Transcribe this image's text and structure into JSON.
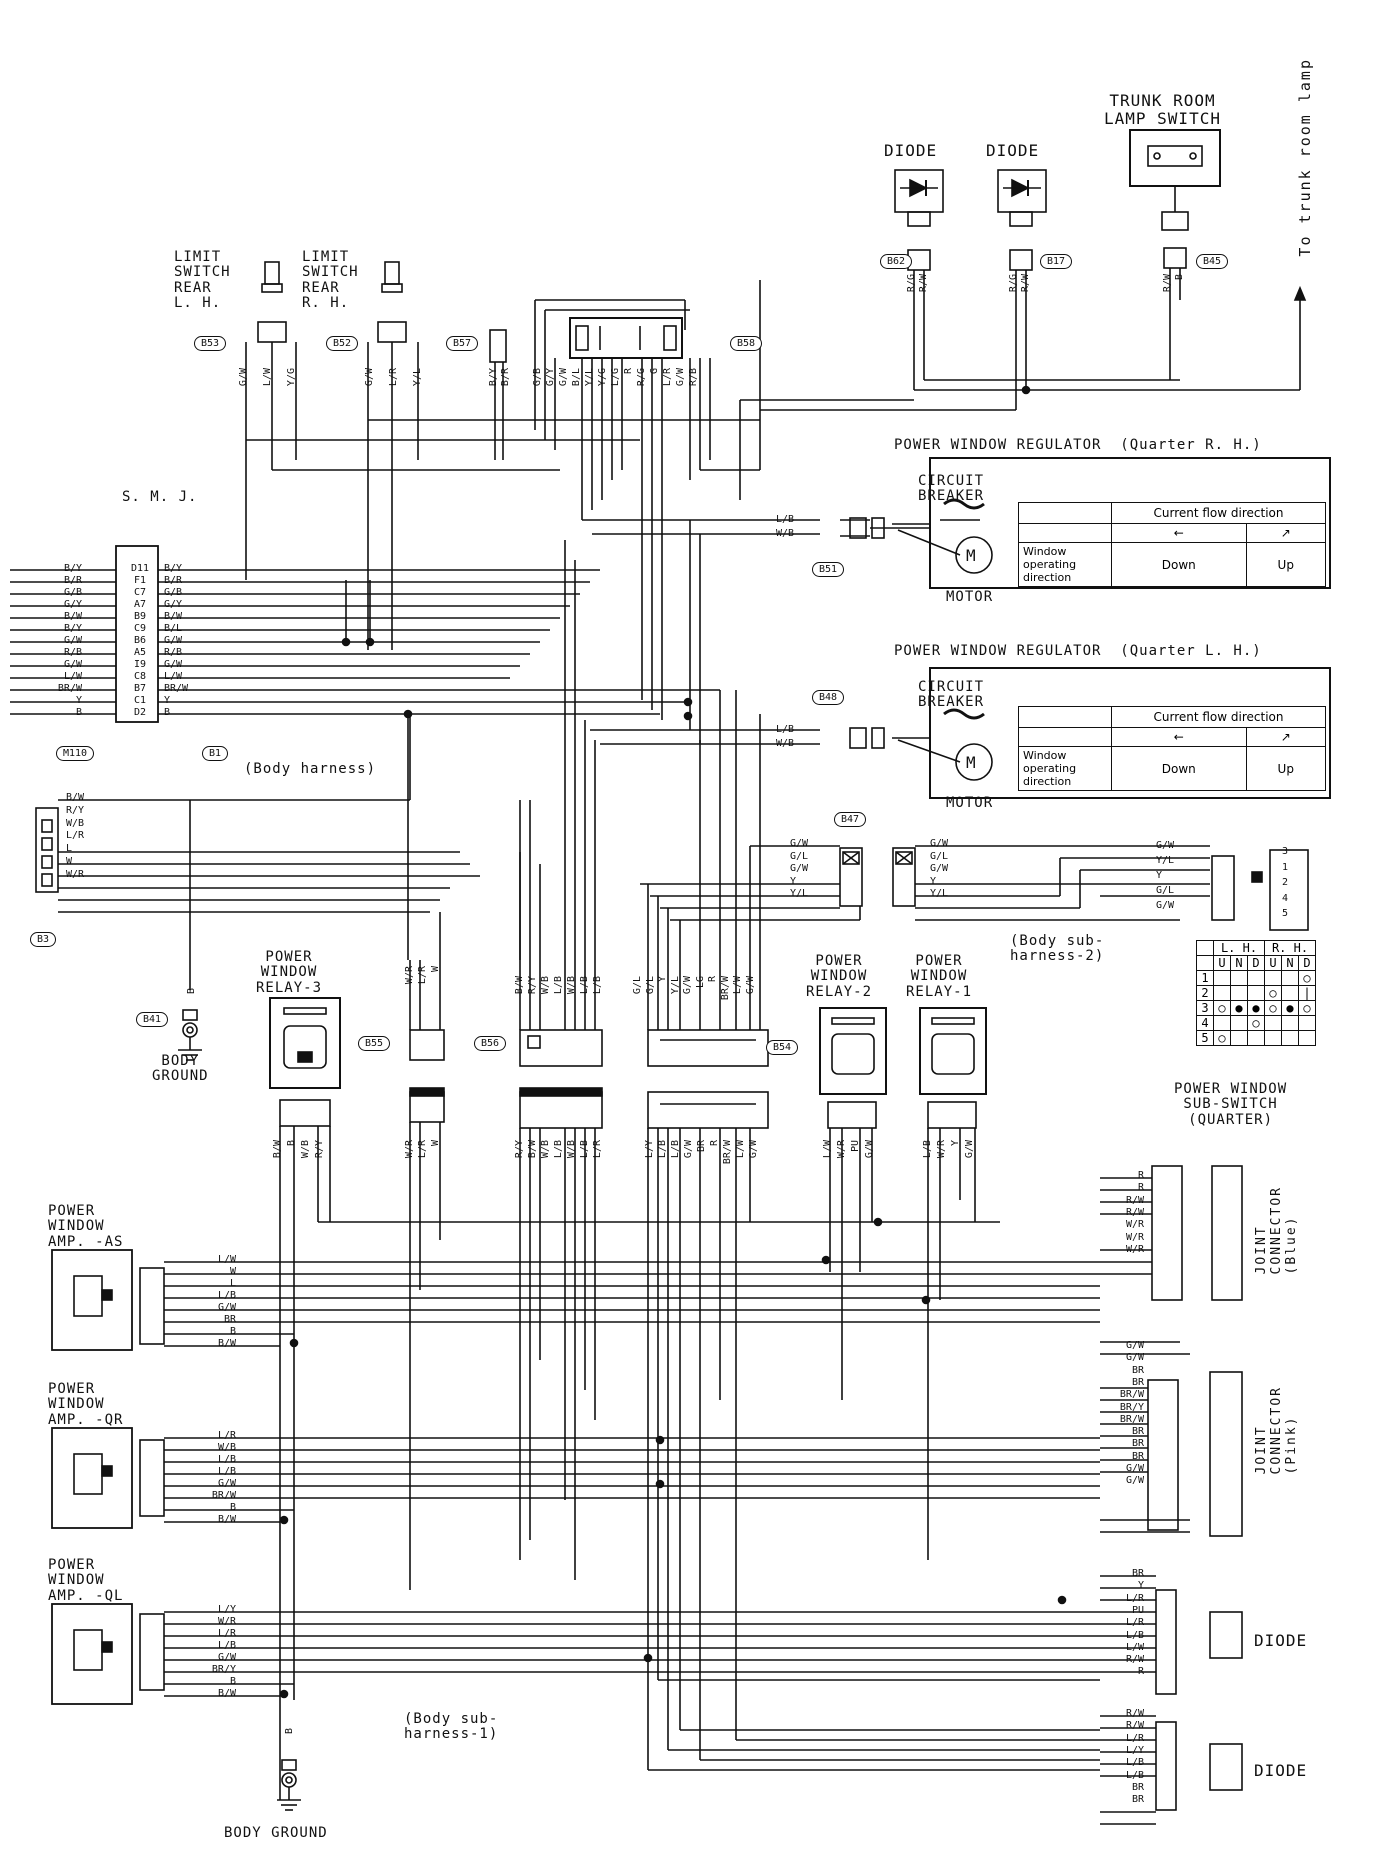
{
  "titles": {
    "trunk_switch": "TRUNK ROOM\nLAMP SWITCH",
    "to_trunk_lamp": "To trunk room lamp",
    "diode_1": "DIODE",
    "diode_2": "DIODE",
    "diode_3": "DIODE",
    "diode_4": "DIODE",
    "limit_lh": "LIMIT\nSWITCH\nREAR\nL. H.",
    "limit_rh": "LIMIT\nSWITCH\nREAR\nR. H.",
    "smj": "S. M. J.",
    "body_harness": "(Body harness)",
    "regulator_rh": "POWER WINDOW REGULATOR  (Quarter R. H.)",
    "regulator_lh": "POWER WINDOW REGULATOR  (Quarter L. H.)",
    "circuit_breaker": "CIRCUIT\nBREAKER",
    "motor": "MOTOR",
    "relay_3": "POWER\nWINDOW\nRELAY-3",
    "relay_2": "POWER\nWINDOW\nRELAY-2",
    "relay_1": "POWER\nWINDOW\nRELAY-1",
    "body_ground_1": "BODY\nGROUND",
    "body_ground_2": "BODY GROUND",
    "body_sub_2": "(Body sub-\nharness-2)",
    "body_sub_1": "(Body sub-\nharness-1)",
    "sub_switch": "POWER WINDOW\nSUB-SWITCH\n(QUARTER)",
    "amp_as": "POWER\nWINDOW\nAMP. -AS",
    "amp_qr": "POWER\nWINDOW\nAMP. -QR",
    "amp_ql": "POWER\nWINDOW\nAMP. -QL",
    "joint_blue": "JOINT\nCONNECTOR\n(Blue)",
    "joint_pink": "JOINT\nCONNECTOR\n(Pink)"
  },
  "flow_table": {
    "header": "Current flow direction",
    "row_label": "Window\noperating\ndirection",
    "down": "Down",
    "up": "Up"
  },
  "connectors": {
    "b62": "B62",
    "b17": "B17",
    "b45": "B45",
    "b53": "B53",
    "b52": "B52",
    "b57": "B57",
    "b58": "B58",
    "b51": "B51",
    "b48": "B48",
    "b47": "B47",
    "b3": "B3",
    "b41": "B41",
    "b55": "B55",
    "b56": "B56",
    "b54": "B54",
    "m110": "M110",
    "b1": "B1"
  },
  "smj_pins": [
    "D11",
    "F1",
    "C7",
    "A7",
    "B9",
    "C9",
    "B6",
    "A5",
    "I9",
    "C8",
    "B7",
    "C1",
    "D2"
  ],
  "smj_left_wires": [
    "B/Y",
    "B/R",
    "G/B",
    "G/Y",
    "B/W",
    "B/Y",
    "G/W",
    "R/B",
    "G/W",
    "L/W",
    "BR/W",
    "Y",
    "B"
  ],
  "smj_right_wires": [
    "B/Y",
    "B/R",
    "G/B",
    "G/Y",
    "B/W",
    "B/L",
    "G/W",
    "R/B",
    "G/W",
    "L/W",
    "BR/W",
    "Y",
    "B"
  ],
  "b3_wires": [
    "B/W",
    "R/Y",
    "W/B",
    "L/R",
    "L",
    "W",
    "W/R"
  ],
  "b51_wires": [
    "L/B",
    "W/B"
  ],
  "b48_wires": [
    "L/B",
    "W/B"
  ],
  "b47_left_wires": [
    "G/W",
    "G/L",
    "G/W",
    "Y",
    "Y/L"
  ],
  "b47_right_wires": [
    "G/W",
    "G/L",
    "G/W",
    "Y",
    "Y/L"
  ],
  "subswitch_wires": [
    "G/W",
    "Y/L",
    "Y",
    "G/L",
    "G/W"
  ],
  "subswitch_pins": [
    "3",
    "1",
    "2",
    "4",
    "5"
  ],
  "sw_table": {
    "lh": "L. H.",
    "rh": "R. H.",
    "cols": [
      "U",
      "N",
      "D",
      "U",
      "N",
      "D"
    ],
    "rows": [
      "1",
      "2",
      "3",
      "4",
      "5"
    ]
  },
  "top_wires": {
    "b53": [
      "G/W",
      "L/W",
      "Y/G"
    ],
    "b52": [
      "G/W",
      "L/R",
      "Y/L"
    ],
    "b57": [
      "B/Y",
      "B/R"
    ],
    "b58": [
      "G/B",
      "G/Y",
      "G/W",
      "B/L",
      "Y/L",
      "Y/G",
      "L/G",
      "R",
      "R/G",
      "G",
      "L/R",
      "G/W",
      "R/B"
    ],
    "b62": [
      "R/G",
      "R/W"
    ],
    "b17": [
      "R/G",
      "R/W"
    ],
    "b45": [
      "R/W",
      "B"
    ]
  },
  "mid_wires": {
    "relay3_top": [],
    "b55_top": [
      "W/R",
      "L/R",
      "W"
    ],
    "b56_top": [
      "B/W",
      "R/Y",
      "W/B",
      "L/B",
      "W/B",
      "L/B",
      "L/B"
    ],
    "b54_top": [
      "G/L",
      "G/L",
      "Y",
      "Y/L",
      "G/W",
      "LG",
      "R",
      "BR/W",
      "L/W",
      "G/W"
    ],
    "relay3_bot": [
      "B/W",
      "B",
      "W/B",
      "R/Y"
    ],
    "b55_bot": [
      "W/R",
      "L/R",
      "W"
    ],
    "b56_bot": [
      "R/Y",
      "B/W",
      "W/B",
      "L/B",
      "W/B",
      "L/B",
      "L/R"
    ],
    "b54_bot": [
      "L/Y",
      "L/B",
      "L/B",
      "G/W",
      "BR",
      "R",
      "BR/W",
      "L/W",
      "G/W"
    ],
    "relay2_bot": [
      "L/W",
      "W/R",
      "PU",
      "G/W"
    ],
    "relay1_bot": [
      "L/B",
      "W/R",
      "Y",
      "G/W"
    ]
  },
  "amp_as_wires": [
    "L/W",
    "W",
    "L",
    "L/B",
    "G/W",
    "BR",
    "B",
    "B/W"
  ],
  "amp_qr_wires": [
    "L/R",
    "W/B",
    "L/B",
    "L/B",
    "G/W",
    "BR/W",
    "B",
    "B/W"
  ],
  "amp_ql_wires": [
    "L/Y",
    "W/R",
    "L/R",
    "L/B",
    "G/W",
    "BR/Y",
    "B",
    "B/W"
  ],
  "joint_blue_wires": [
    "R",
    "R",
    "R/W",
    "R/W",
    "W/R",
    "W/R",
    "W/R"
  ],
  "joint_pink_wires": [
    "G/W",
    "G/W",
    "BR",
    "BR",
    "BR/W",
    "BR/Y",
    "BR/W",
    "BR",
    "BR",
    "BR",
    "G/W",
    "G/W"
  ],
  "diode1_wires": [
    "BR",
    "Y",
    "L/R",
    "PU",
    "L/R",
    "L/B",
    "L/W",
    "R/W",
    "R"
  ],
  "diode2_wires": [
    "R/W",
    "R/W",
    "L/R",
    "L/Y",
    "L/B",
    "L/B",
    "BR",
    "BR"
  ],
  "ground_wire": "B",
  "b41_wire": "B"
}
